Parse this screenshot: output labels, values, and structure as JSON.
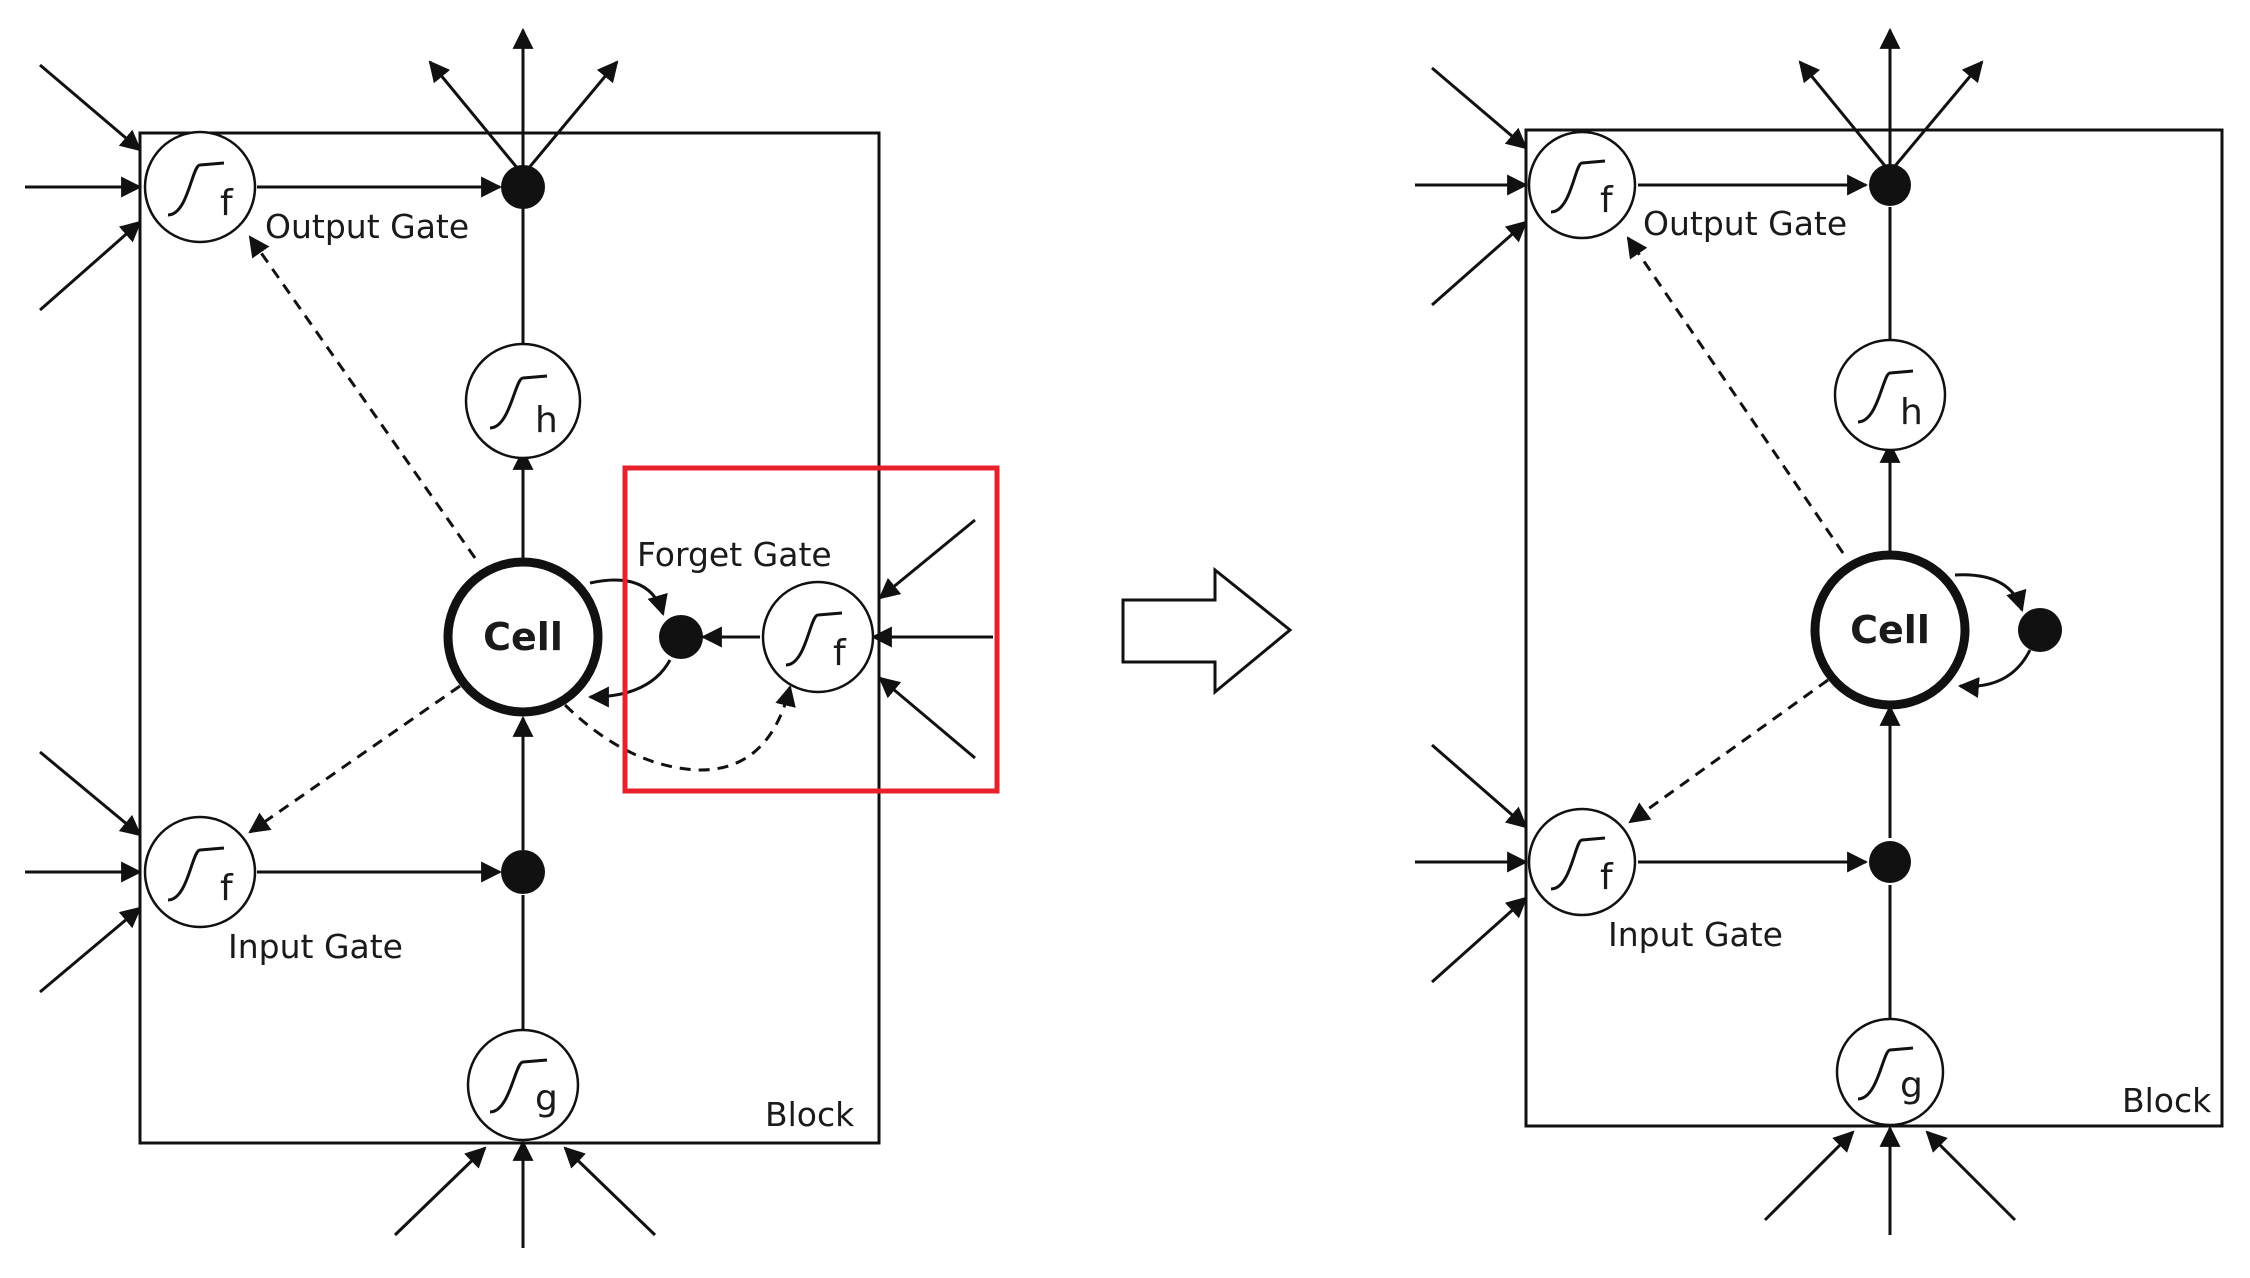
{
  "left": {
    "output_gate": "Output Gate",
    "input_gate": "Input Gate",
    "forget_gate": "Forget Gate",
    "cell": "Cell",
    "block": "Block",
    "f_output": "f",
    "f_input": "f",
    "f_forget": "f",
    "h": "h",
    "g": "g"
  },
  "right": {
    "output_gate": "Output Gate",
    "input_gate": "Input Gate",
    "cell": "Cell",
    "block": "Block",
    "f_output": "f",
    "f_input": "f",
    "h": "h",
    "g": "g"
  },
  "colors": {
    "highlight": "#e8202a",
    "ink": "#111111"
  }
}
